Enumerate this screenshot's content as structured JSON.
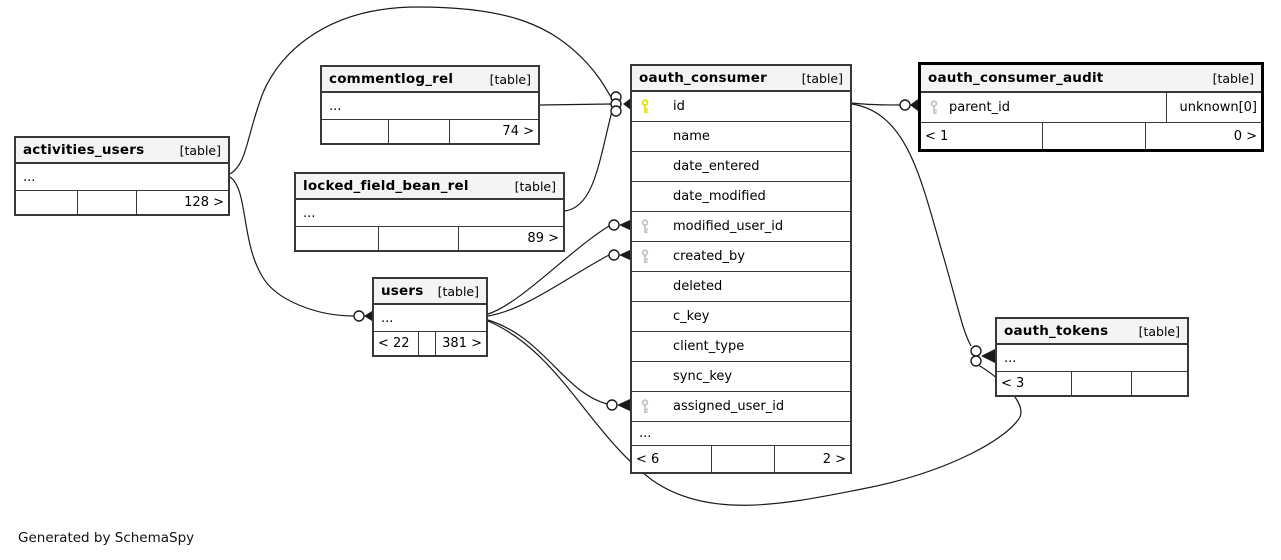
{
  "diagram": {
    "tool_note": "Generated by SchemaSpy"
  },
  "colors": {
    "primary_key": "#e3e300",
    "foreign_key": "#c4c4c4",
    "header_bg": "#f4f4f4",
    "border": "#383838",
    "line": "#1a1a1a"
  },
  "tables": [
    {
      "id": "activities_users",
      "name": "activities_users",
      "tag": "[table]",
      "emphasized": false,
      "columns": [
        {
          "label": "...",
          "key": "none"
        }
      ],
      "footer": [
        "",
        "",
        "128 >"
      ]
    },
    {
      "id": "commentlog_rel",
      "name": "commentlog_rel",
      "tag": "[table]",
      "emphasized": false,
      "columns": [
        {
          "label": "...",
          "key": "none"
        }
      ],
      "footer": [
        "",
        "",
        "74 >"
      ]
    },
    {
      "id": "locked_field_bean_rel",
      "name": "locked_field_bean_rel",
      "tag": "[table]",
      "emphasized": false,
      "columns": [
        {
          "label": "...",
          "key": "none"
        }
      ],
      "footer": [
        "",
        "",
        "89 >"
      ]
    },
    {
      "id": "users",
      "name": "users",
      "tag": "[table]",
      "emphasized": false,
      "columns": [
        {
          "label": "...",
          "key": "none"
        }
      ],
      "footer": [
        "< 22",
        "",
        "381 >"
      ]
    },
    {
      "id": "oauth_consumer",
      "name": "oauth_consumer",
      "tag": "[table]",
      "emphasized": false,
      "columns": [
        {
          "label": "id",
          "key": "primary"
        },
        {
          "label": "name",
          "key": "none"
        },
        {
          "label": "date_entered",
          "key": "none"
        },
        {
          "label": "date_modified",
          "key": "none"
        },
        {
          "label": "modified_user_id",
          "key": "foreign"
        },
        {
          "label": "created_by",
          "key": "foreign"
        },
        {
          "label": "deleted",
          "key": "none"
        },
        {
          "label": "c_key",
          "key": "none"
        },
        {
          "label": "client_type",
          "key": "none"
        },
        {
          "label": "sync_key",
          "key": "none"
        },
        {
          "label": "assigned_user_id",
          "key": "foreign"
        },
        {
          "label": "...",
          "key": "none"
        }
      ],
      "footer": [
        "< 6",
        "",
        "2 >"
      ]
    },
    {
      "id": "oauth_consumer_audit",
      "name": "oauth_consumer_audit",
      "tag": "[table]",
      "emphasized": true,
      "columns": [
        {
          "label": "parent_id",
          "key": "foreign",
          "type": "unknown[0]"
        }
      ],
      "footer": [
        "< 1",
        "",
        "0 >"
      ]
    },
    {
      "id": "oauth_tokens",
      "name": "oauth_tokens",
      "tag": "[table]",
      "emphasized": false,
      "columns": [
        {
          "label": "...",
          "key": "none"
        }
      ],
      "footer": [
        "< 3",
        "",
        ""
      ]
    }
  ],
  "relationships": [
    {
      "from": "activities_users",
      "to": "oauth_consumer.id"
    },
    {
      "from": "commentlog_rel",
      "to": "oauth_consumer.id"
    },
    {
      "from": "locked_field_bean_rel",
      "to": "oauth_consumer.id"
    },
    {
      "from": "activities_users",
      "to": "users"
    },
    {
      "from": "users",
      "to": "oauth_consumer.modified_user_id"
    },
    {
      "from": "users",
      "to": "oauth_consumer.created_by"
    },
    {
      "from": "users",
      "to": "oauth_consumer.assigned_user_id"
    },
    {
      "from": "users",
      "to": "oauth_tokens"
    },
    {
      "from": "oauth_consumer.id",
      "to": "oauth_consumer_audit.parent_id"
    },
    {
      "from": "oauth_consumer.id",
      "to": "oauth_tokens"
    }
  ]
}
